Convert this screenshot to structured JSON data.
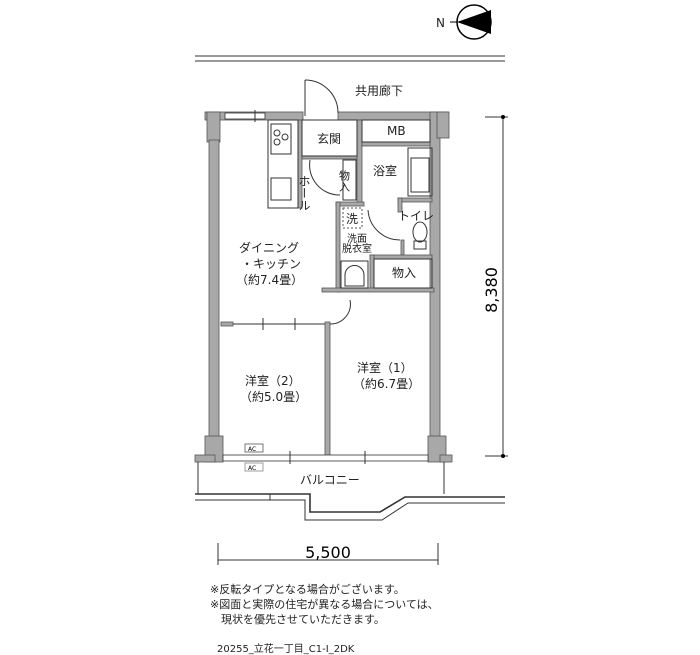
{
  "compass": {
    "label": "N"
  },
  "rooms": {
    "corridor": "共用廊下",
    "entrance": "玄関",
    "mb": "MB",
    "hall": "ホール",
    "storage_small": "物入",
    "bathroom": "浴室",
    "washer": "洗",
    "washroom_line1": "洗面",
    "washroom_line2": "脱衣室",
    "toilet": "トイレ",
    "storage_lower": "物入",
    "dk_line1": "ダイニング",
    "dk_line2": "・キッチン",
    "dk_line3": "（約7.4畳）",
    "room1_line1": "洋室（1）",
    "room1_line2": "（約6.7畳）",
    "room2_line1": "洋室（2）",
    "room2_line2": "（約5.0畳）",
    "balcony": "バルコニー",
    "ac_upper": "AC",
    "ac_lower": "AC"
  },
  "dimensions": {
    "height": "8,380",
    "width": "5,500"
  },
  "notes": [
    "※反転タイプとなる場合がございます。",
    "※図面と実際の住宅が異なる場合については、",
    "　現状を優先させていただきます。"
  ],
  "footer": "20255_立花一丁目_C1-I_2DK"
}
